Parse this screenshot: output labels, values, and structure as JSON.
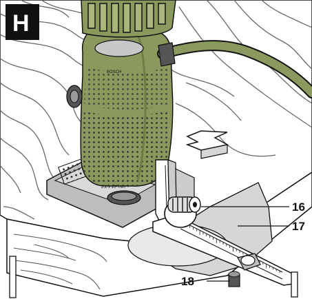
{
  "figure": {
    "panel_letter": "H",
    "brand_text": "BOSCH",
    "speed_marking": "2.2 x 10³ min⁻¹",
    "callouts": [
      {
        "id": "16",
        "label": "16"
      },
      {
        "id": "17",
        "label": "17"
      },
      {
        "id": "18",
        "label": "18"
      }
    ]
  },
  "colors": {
    "tool_green": "#8a9a5e",
    "dark_gray": "#555555",
    "light_gray": "#d6d6d6",
    "wood_lines": "#666666",
    "ink": "#111111",
    "panel_bg": "#111111"
  }
}
